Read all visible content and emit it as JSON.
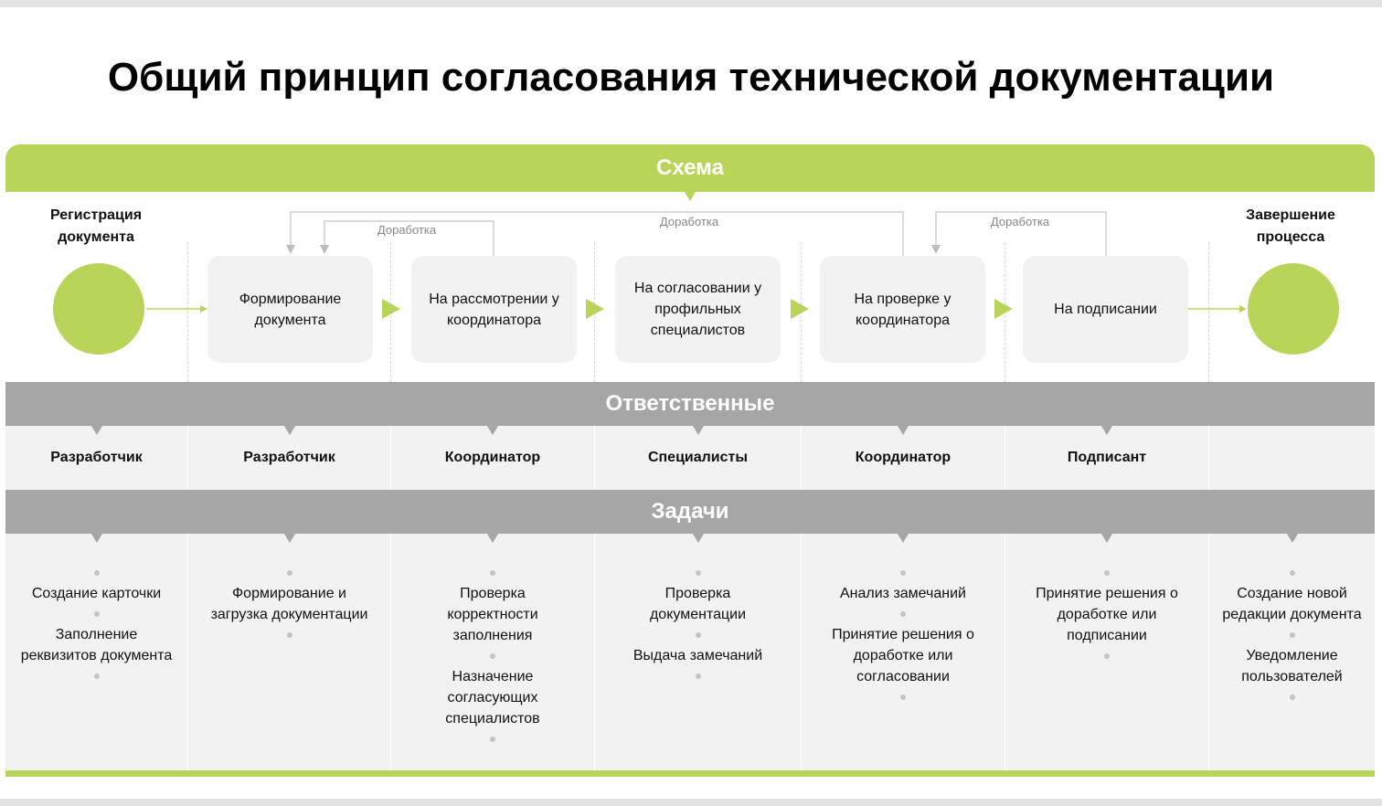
{
  "title": "Общий принцип согласования технической документации",
  "bands": {
    "scheme": "Схема",
    "responsible": "Ответственные",
    "tasks": "Задачи"
  },
  "start": {
    "label": "Регистрация документа"
  },
  "end": {
    "label": "Завершение процесса"
  },
  "stages": [
    "Формирование документа",
    "На рассмотрении у координатора",
    "На согласовании у профильных специалистов",
    "На проверке у координатора",
    "На подписании"
  ],
  "feedback": [
    "Доработка",
    "Доработка",
    "Доработка"
  ],
  "responsible": [
    "Разработчик",
    "Разработчик",
    "Координатор",
    "Специалисты",
    "Координатор",
    "Подписант",
    ""
  ],
  "tasks": [
    [
      "Создание карточки",
      "Заполнение реквизитов документа"
    ],
    [
      "Формирование и загрузка документации"
    ],
    [
      "Проверка корректности заполнения",
      "Назначение согласующих специалистов"
    ],
    [
      "Проверка документации",
      "Выдача замечаний"
    ],
    [
      "Анализ замечаний",
      "Принятие решения о доработке или согласовании"
    ],
    [
      "Принятие решения о доработке или подписании"
    ],
    [
      "Создание новой редакции документа",
      "Уведомление пользователей"
    ]
  ],
  "colors": {
    "accent": "#b8d55a",
    "band": "#a6a6a6",
    "panel": "#f2f2f2"
  }
}
